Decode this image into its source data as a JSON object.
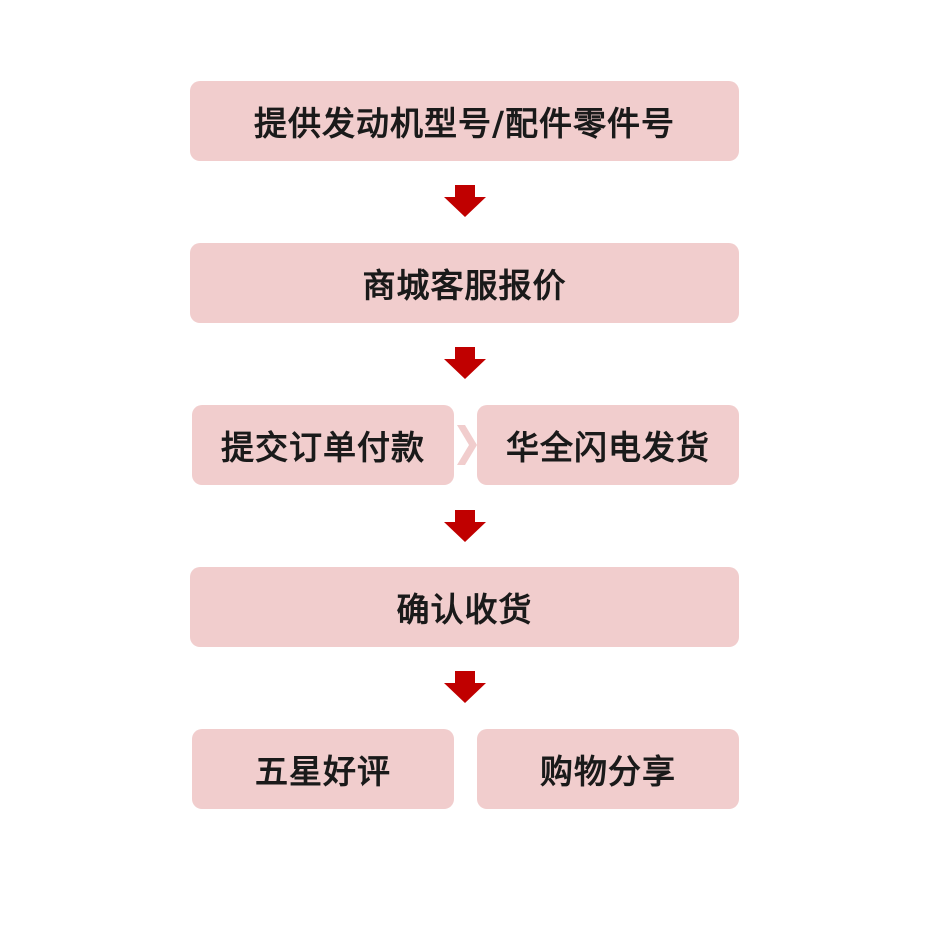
{
  "steps": {
    "step1": "提供发动机型号/配件零件号",
    "step2": "商城客服报价",
    "step3a": "提交订单付款",
    "step3b": "华全闪电发货",
    "step4": "确认收货",
    "step5a": "五星好评",
    "step5b": "购物分享"
  },
  "colors": {
    "box_fill": "#f1cdcd",
    "arrow_red": "#c00000",
    "arrow_light": "#f1cdcd",
    "text": "#1a1a1a"
  },
  "icons": {
    "down_arrow": "arrow-down-icon",
    "right_arrow": "arrow-right-icon"
  }
}
